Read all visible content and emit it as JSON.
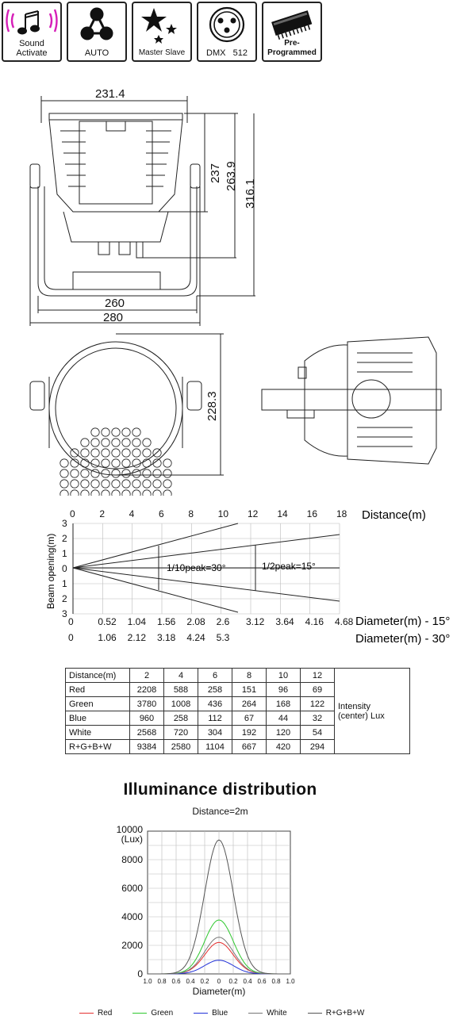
{
  "badges": [
    {
      "icon": "music-notes-icon",
      "label": "Sound\nActivate",
      "accent": "#d61fb8"
    },
    {
      "icon": "auto-triangle-icon",
      "label": "AUTO"
    },
    {
      "icon": "stars-icon",
      "label": "Master Slave"
    },
    {
      "icon": "xlr-connector-icon",
      "label": "DMX   512"
    },
    {
      "icon": "chip-icon",
      "label": "Pre-Programmed"
    }
  ],
  "dimensions": {
    "top_width": "231.4",
    "height_1": "237",
    "height_2": "263.9",
    "height_3": "316.1",
    "bottom_width_1": "260",
    "bottom_width_2": "280",
    "front_height": "228.3"
  },
  "beam": {
    "distance_axis_label": "Distance(m)",
    "distance_ticks": [
      "0",
      "2",
      "4",
      "6",
      "8",
      "10",
      "12",
      "14",
      "16",
      "18"
    ],
    "opening_axis_label": "Beam opening(m)",
    "opening_ticks": [
      "3",
      "2",
      "1",
      "0",
      "1",
      "2",
      "3"
    ],
    "label_30": "1/10peak=30°",
    "label_15": "1/2peak=15°",
    "diam15_label": "Diameter(m) - 15°",
    "diam15_ticks": [
      "0",
      "0.52",
      "1.04",
      "1.56",
      "2.08",
      "2.6",
      "3.12",
      "3.64",
      "4.16",
      "4.68"
    ],
    "diam30_label": "Diameter(m) - 30°",
    "diam30_ticks": [
      "0",
      "1.06",
      "2.12",
      "3.18",
      "4.24",
      "5.3"
    ]
  },
  "lux_table": {
    "header": [
      "Distance(m)",
      "2",
      "4",
      "6",
      "8",
      "10",
      "12"
    ],
    "rows": [
      {
        "label": "Red",
        "values": [
          "2208",
          "588",
          "258",
          "151",
          "96",
          "69"
        ]
      },
      {
        "label": "Green",
        "values": [
          "3780",
          "1008",
          "436",
          "264",
          "168",
          "122"
        ]
      },
      {
        "label": "Blue",
        "values": [
          "960",
          "258",
          "112",
          "67",
          "44",
          "32"
        ]
      },
      {
        "label": "White",
        "values": [
          "2568",
          "720",
          "304",
          "192",
          "120",
          "54"
        ]
      },
      {
        "label": "R+G+B+W",
        "values": [
          "9384",
          "2580",
          "1104",
          "667",
          "420",
          "294"
        ]
      }
    ],
    "note": "Intensity\n(center) Lux"
  },
  "chart_data": {
    "type": "line",
    "title": "Illuminance distribution",
    "subtitle": "Distance=2m",
    "xlabel": "Diameter(m)",
    "ylabel": "10000\n(Lux)",
    "x_ticks": [
      "1.0",
      "0.8",
      "0.6",
      "0.4",
      "0.2",
      "0",
      "0.2",
      "0.4",
      "0.6",
      "0.8",
      "1.0"
    ],
    "y_ticks": [
      "0",
      "2000",
      "4000",
      "6000",
      "8000",
      "10000"
    ],
    "ylim": [
      0,
      10000
    ],
    "xlim": [
      -1.0,
      1.0
    ],
    "grid": true,
    "legend_position": "bottom",
    "series": [
      {
        "name": "Red",
        "color": "#e53030",
        "peak": 2208
      },
      {
        "name": "Green",
        "color": "#2ec82e",
        "peak": 3780
      },
      {
        "name": "Blue",
        "color": "#2232d8",
        "peak": 960
      },
      {
        "name": "White",
        "color": "#777777",
        "peak": 2568
      },
      {
        "name": "R+G+B+W",
        "color": "#555555",
        "peak": 9384
      }
    ]
  }
}
